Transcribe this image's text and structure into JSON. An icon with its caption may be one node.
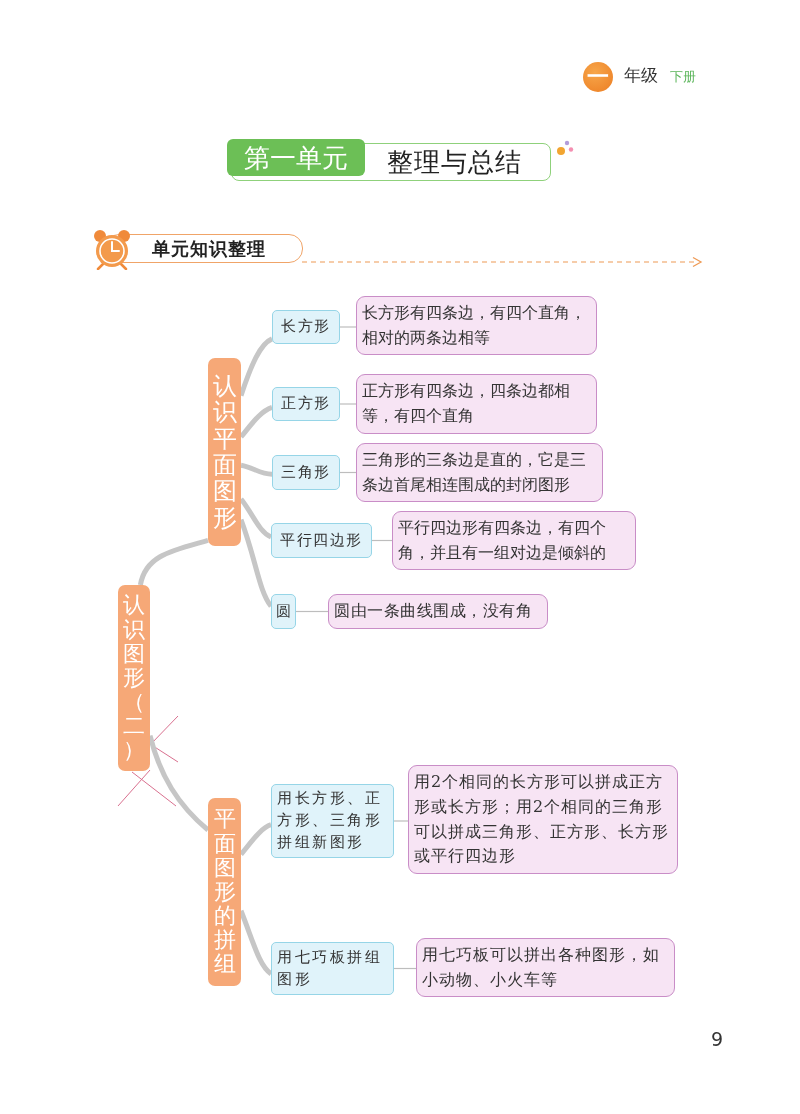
{
  "diagram": {
    "nodes": [
      {
        "text": [
          "认识图形（二）"
        ]
      },
      {
        "text": [
          "认识平面图形"
        ]
      },
      {
        "text": [
          "平面图形的拼组"
        ]
      },
      {
        "text": [
          "长方形"
        ]
      },
      {
        "text": [
          "长方形有四条边，有四个直角，相对的两条边相等"
        ]
      },
      {
        "text": [
          "正方形"
        ]
      },
      {
        "text": [
          "正方形有四条边，四条边都相等，有四个直角"
        ]
      },
      {
        "text": [
          "三角形"
        ]
      },
      {
        "text": [
          "三角形的三条边是直的，它是三条边首尾相连围成的封闭图形"
        ]
      },
      {
        "text": [
          "平行四边形"
        ]
      },
      {
        "text": [
          "平行四边形有四条边，有四个角，并且有一组对边是倾斜的"
        ]
      },
      {
        "text": [
          "圆"
        ]
      },
      {
        "text": [
          "圆由一条曲线围成，没有角"
        ]
      },
      {
        "text": [
          "用长方形、正方形、三角形拼组新图形"
        ]
      },
      {
        "text": [
          "用2个相同的长方形可以拼成正方形或长方形；用2个相同的三角形可以拼成三角形、正方形、长方形或平行四边形"
        ]
      },
      {
        "text": [
          "用七巧板拼组图形"
        ]
      },
      {
        "text": [
          "用七巧板可以拼出各种图形，如小动物、小火车等"
        ]
      }
    ],
    "edges": [
      {
        "from": 0,
        "to": 1,
        "arrow": "none"
      },
      {
        "from": 0,
        "to": 2,
        "arrow": "none"
      },
      {
        "from": 1,
        "to": 3,
        "arrow": "none"
      },
      {
        "from": 1,
        "to": 5,
        "arrow": "none"
      },
      {
        "from": 1,
        "to": 7,
        "arrow": "none"
      },
      {
        "from": 1,
        "to": 9,
        "arrow": "none"
      },
      {
        "from": 1,
        "to": 11,
        "arrow": "none"
      },
      {
        "from": 2,
        "to": 13,
        "arrow": "none"
      },
      {
        "from": 2,
        "to": 15,
        "arrow": "none"
      },
      {
        "from": 3,
        "to": 4,
        "arrow": "none"
      },
      {
        "from": 5,
        "to": 6,
        "arrow": "none"
      },
      {
        "from": 7,
        "to": 8,
        "arrow": "none"
      },
      {
        "from": 9,
        "to": 10,
        "arrow": "none"
      },
      {
        "from": 11,
        "to": 12,
        "arrow": "none"
      },
      {
        "from": 13,
        "to": 14,
        "arrow": "none"
      },
      {
        "from": 15,
        "to": 16,
        "arrow": "none"
      }
    ],
    "labels": [
      "一",
      "年级",
      "下册",
      "第一单元",
      "整理与总结",
      "单元知识整理",
      "9"
    ]
  }
}
